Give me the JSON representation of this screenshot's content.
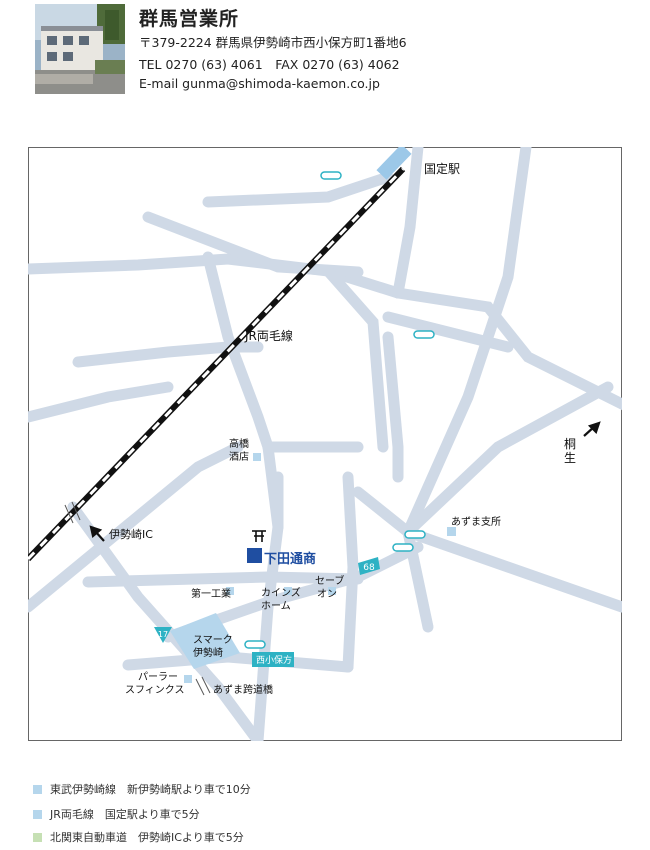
{
  "office": {
    "name": "群馬営業所",
    "postal_address": "〒379-2224 群馬県伊勢崎市西小保方町1番地6",
    "phone": "TEL 0270 (63) 4061　FAX 0270 (63) 4062",
    "email": "E-mail  gunma@shimoda-kaemon.co.jp"
  },
  "map": {
    "station_kokutei": "国定駅",
    "jr_line": "JR両毛線",
    "direction_kiryu_1": "桐",
    "direction_kiryu_2": "生",
    "takahashi_1": "高橋",
    "takahashi_2": "酒店",
    "isesaki_ic": "伊勢崎IC",
    "azuma_branch": "あずま支所",
    "company": "下田通商",
    "route_68": "68",
    "route_17": "17",
    "daiichi_kogyo": "第一工業",
    "cainz_1": "カインズ",
    "cainz_2": "ホーム",
    "seven_1": "セーブ",
    "seven_2": "オン",
    "smark_1": "スマーク",
    "smark_2": "伊勢崎",
    "nishi_obokata": "西小保方",
    "parlor_1": "パーラー",
    "parlor_2": "スフィンクス",
    "azuma_bridge": "あずま跨道橋"
  },
  "legend": [
    {
      "text": "東武伊勢崎線　新伊勢崎駅より車で10分",
      "color": "#b5d6ec"
    },
    {
      "text": "JR両毛線　国定駅より車で5分",
      "color": "#b5d6ec"
    },
    {
      "text": "北関東自動車道　伊勢崎ICより車で5分",
      "color": "#c6e0b4"
    }
  ],
  "colors": {
    "road": "#cfd9e6",
    "route_badge": "#2eb2c4",
    "company": "#1f4ea1",
    "signal": "#2eb2c4",
    "facility": "#b5d6ec"
  }
}
